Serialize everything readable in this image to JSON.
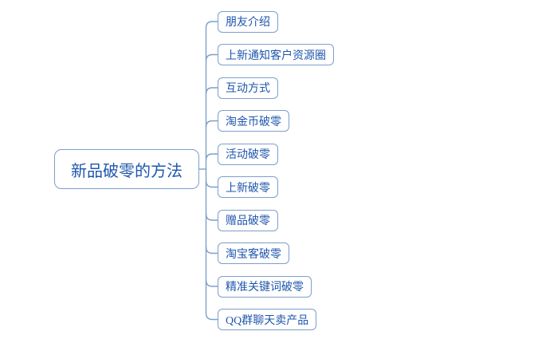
{
  "diagram": {
    "type": "mindmap",
    "root": {
      "label": "新品破零的方法"
    },
    "children": [
      {
        "label": "朋友介绍"
      },
      {
        "label": "上新通知客户资源圈"
      },
      {
        "label": "互动方式"
      },
      {
        "label": "淘金币破零"
      },
      {
        "label": "活动破零"
      },
      {
        "label": "上新破零"
      },
      {
        "label": "赠品破零"
      },
      {
        "label": "淘宝客破零"
      },
      {
        "label": "精准关键词破零"
      },
      {
        "label": "QQ群聊天卖产品"
      }
    ],
    "colors": {
      "node_border": "#7e9fca",
      "node_text": "#1f57ad",
      "connector": "#7e9fca",
      "background": "#ffffff"
    }
  }
}
